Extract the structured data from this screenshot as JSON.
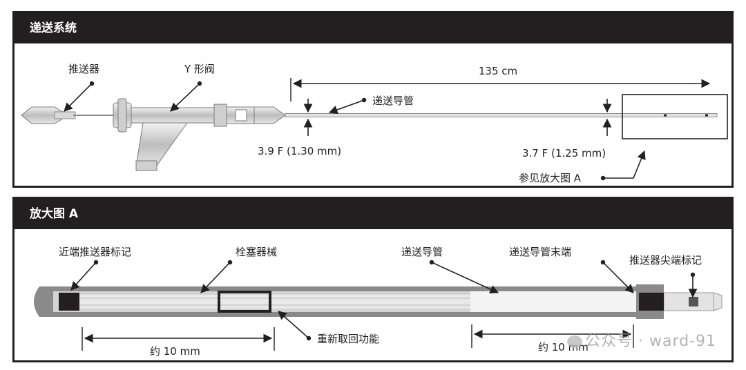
{
  "panel1": {
    "title": "递送系统",
    "labels": {
      "pusher": "推送器",
      "y_valve": "Y 形阀",
      "length": "135 cm",
      "catheter": "递送导管",
      "proximal_od": "3.9 F (1.30 mm)",
      "distal_od": "3.7 F (1.25 mm)",
      "see_detail": "参见放大图 A"
    }
  },
  "panel2": {
    "title": "放大图 A",
    "labels": {
      "proximal_marker": "近端推送器标记",
      "embolic_device": "栓塞器械",
      "catheter": "递送导管",
      "catheter_tip": "递送导管末端",
      "pusher_tip_marker": "推送器尖端标记",
      "retrieval": "重新取回功能",
      "dim_left": "约 10 mm",
      "dim_right": "约 10 mm"
    }
  },
  "watermark": {
    "text": "公众号 · ward-91"
  },
  "colors": {
    "dark": "#231f20",
    "mid_gray": "#8a8a8a",
    "light_gray": "#d4d4d4",
    "white": "#ffffff"
  }
}
